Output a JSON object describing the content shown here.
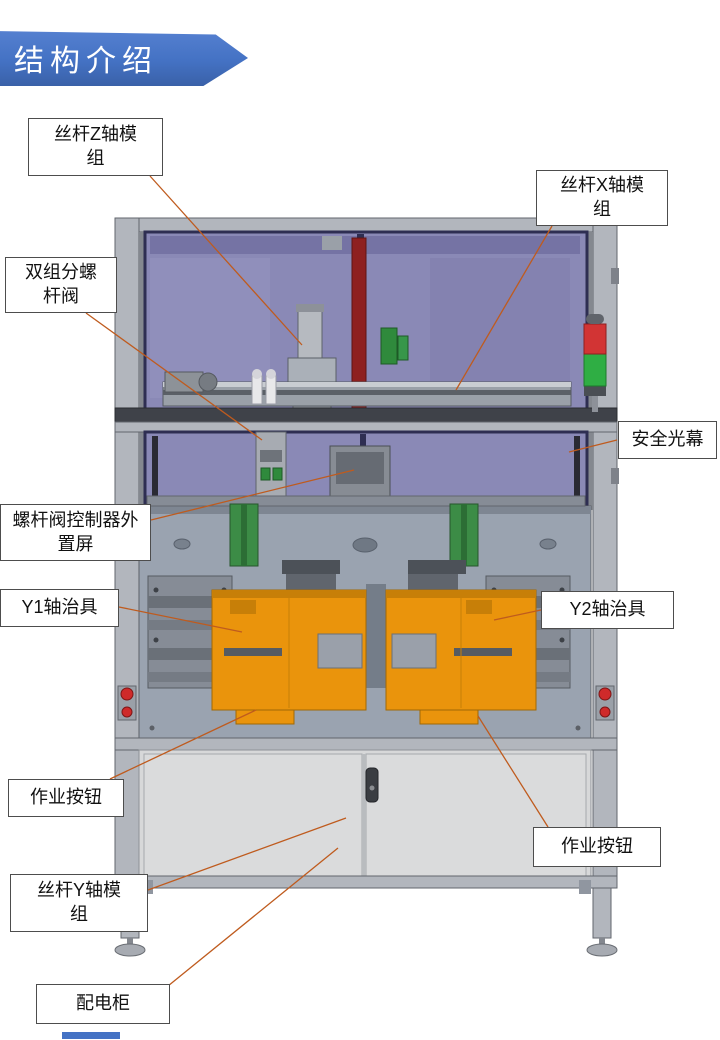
{
  "title": {
    "text": "结构介绍"
  },
  "colors": {
    "banner_blue": "#4472C4",
    "leader_line": "#BF5B1E",
    "panel_purple": "#8A89B6",
    "fixture_orange": "#EA940C",
    "table_gray": "#9AA3B0",
    "cabinet_gray": "#D7D8D9",
    "tower_red": "#D23434",
    "tower_green": "#2FAE44"
  },
  "callouts": [
    {
      "id": "z-module",
      "label": "丝杆Z轴模组",
      "lines": [
        "丝杆Z轴模",
        "组"
      ]
    },
    {
      "id": "x-module",
      "label": "丝杆X轴模组",
      "lines": [
        "丝杆X轴模",
        "组"
      ]
    },
    {
      "id": "dual-screw-valve",
      "label": "双组分螺杆阀",
      "lines": [
        "双组分螺",
        "杆阀"
      ]
    },
    {
      "id": "safety-light-curtain",
      "label": "安全光幕",
      "lines": [
        "安全光幕"
      ]
    },
    {
      "id": "valve-controller-screen",
      "label": "螺杆阀控制器外置屏",
      "lines": [
        "螺杆阀控制器外",
        "置屏"
      ]
    },
    {
      "id": "y1-fixture",
      "label": "Y1轴治具",
      "lines": [
        "Y1轴治具"
      ]
    },
    {
      "id": "y2-fixture",
      "label": "Y2轴治具",
      "lines": [
        "Y2轴治具"
      ]
    },
    {
      "id": "work-button-left",
      "label": "作业按钮",
      "lines": [
        "作业按钮"
      ]
    },
    {
      "id": "work-button-right",
      "label": "作业按钮",
      "lines": [
        "作业按钮"
      ]
    },
    {
      "id": "y-module",
      "label": "丝杆Y轴模组",
      "lines": [
        "丝杆Y轴模",
        "组"
      ]
    },
    {
      "id": "power-cabinet",
      "label": "配电柜",
      "lines": [
        "配电柜"
      ]
    }
  ]
}
